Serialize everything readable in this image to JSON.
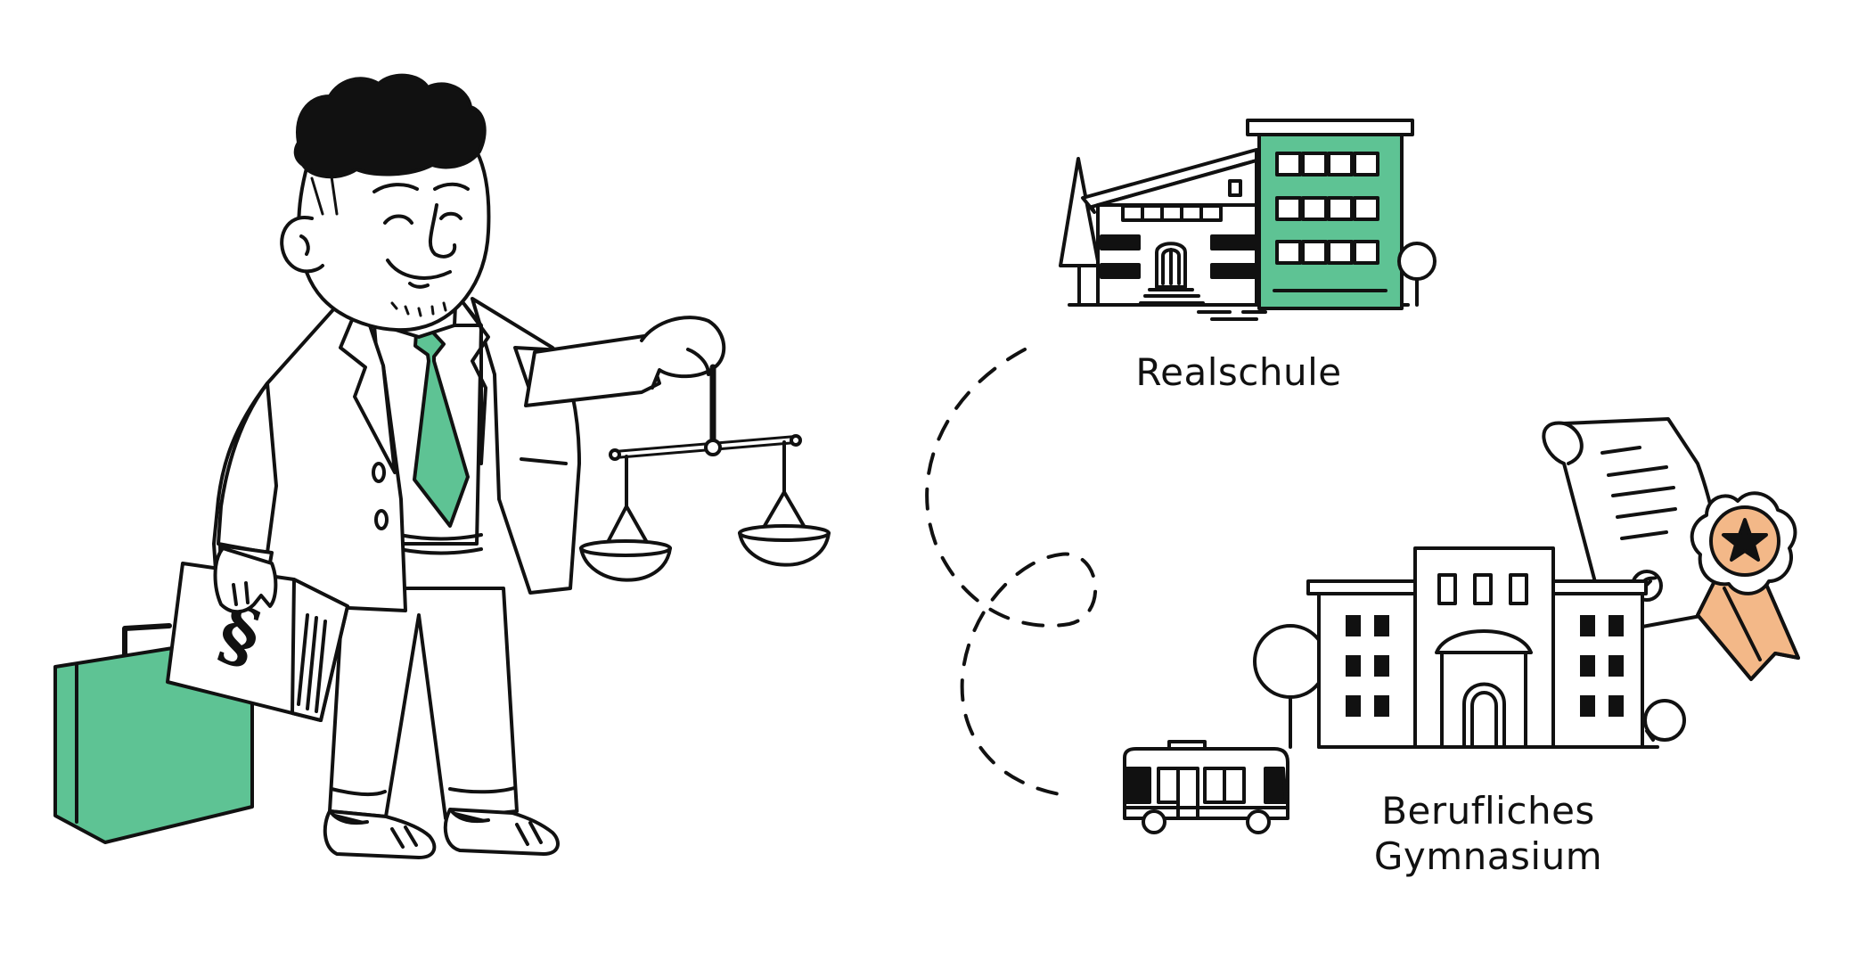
{
  "labels": {
    "realschule": "Realschule",
    "berufliches_line1": "Berufliches",
    "berufliches_line2": "Gymnasium"
  },
  "book_symbol": "§",
  "colors": {
    "green": "#5EC394",
    "orange": "#F3B888",
    "ink": "#111111",
    "background": "#FFFFFF"
  },
  "icons": [
    "lawyer-figure",
    "balance-scale-icon",
    "briefcase-icon",
    "law-book-icon",
    "school-building-icon",
    "gymnasium-building-icon",
    "certificate-icon",
    "award-rosette-icon",
    "bus-icon",
    "tree-icon"
  ]
}
